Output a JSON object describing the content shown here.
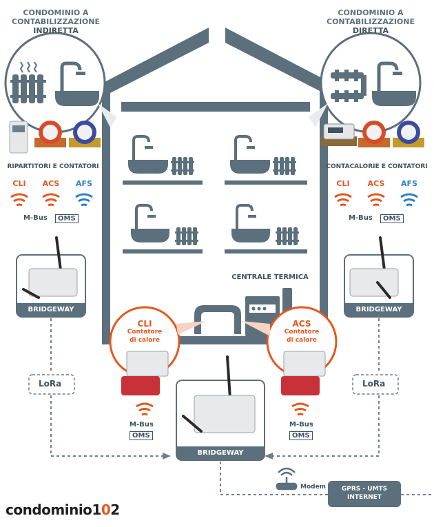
{
  "top_left": {
    "line1": "CONDOMINIO A",
    "line2": "CONTABILIZZAZIONE",
    "line3": "INDIRETTA"
  },
  "top_right": {
    "line1": "CONDOMINIO A",
    "line2": "CONTABILIZZAZIONE",
    "line3": "DIRETTA"
  },
  "left_caption": "RIPARTITORI E CONTATORI",
  "right_caption": "CONTACALORIE E CONTATORI",
  "meter_types": {
    "cli": "CLI",
    "acs": "ACS",
    "afs": "AFS"
  },
  "protocols": {
    "mbus": "M-Bus",
    "oms": "OMS",
    "lora": "LoRa"
  },
  "gateway_label": "BRIDGEWAY",
  "centrale": "CENTRALE TERMICA",
  "heat_cli": {
    "title": "CLI",
    "line1": "Contatore",
    "line2": "di calore"
  },
  "heat_acs": {
    "title": "ACS",
    "line1": "Contatore",
    "line2": "di calore"
  },
  "modem": "Modem",
  "network": {
    "line1": "GPRS - UMTS",
    "line2": "INTERNET"
  },
  "logo": {
    "text1": "condominio",
    "text2": "1",
    "text3": "0",
    "text4": "2"
  },
  "colors": {
    "slate": "#5b6f7c",
    "orange": "#e4571f",
    "blue": "#2f7fc2"
  }
}
